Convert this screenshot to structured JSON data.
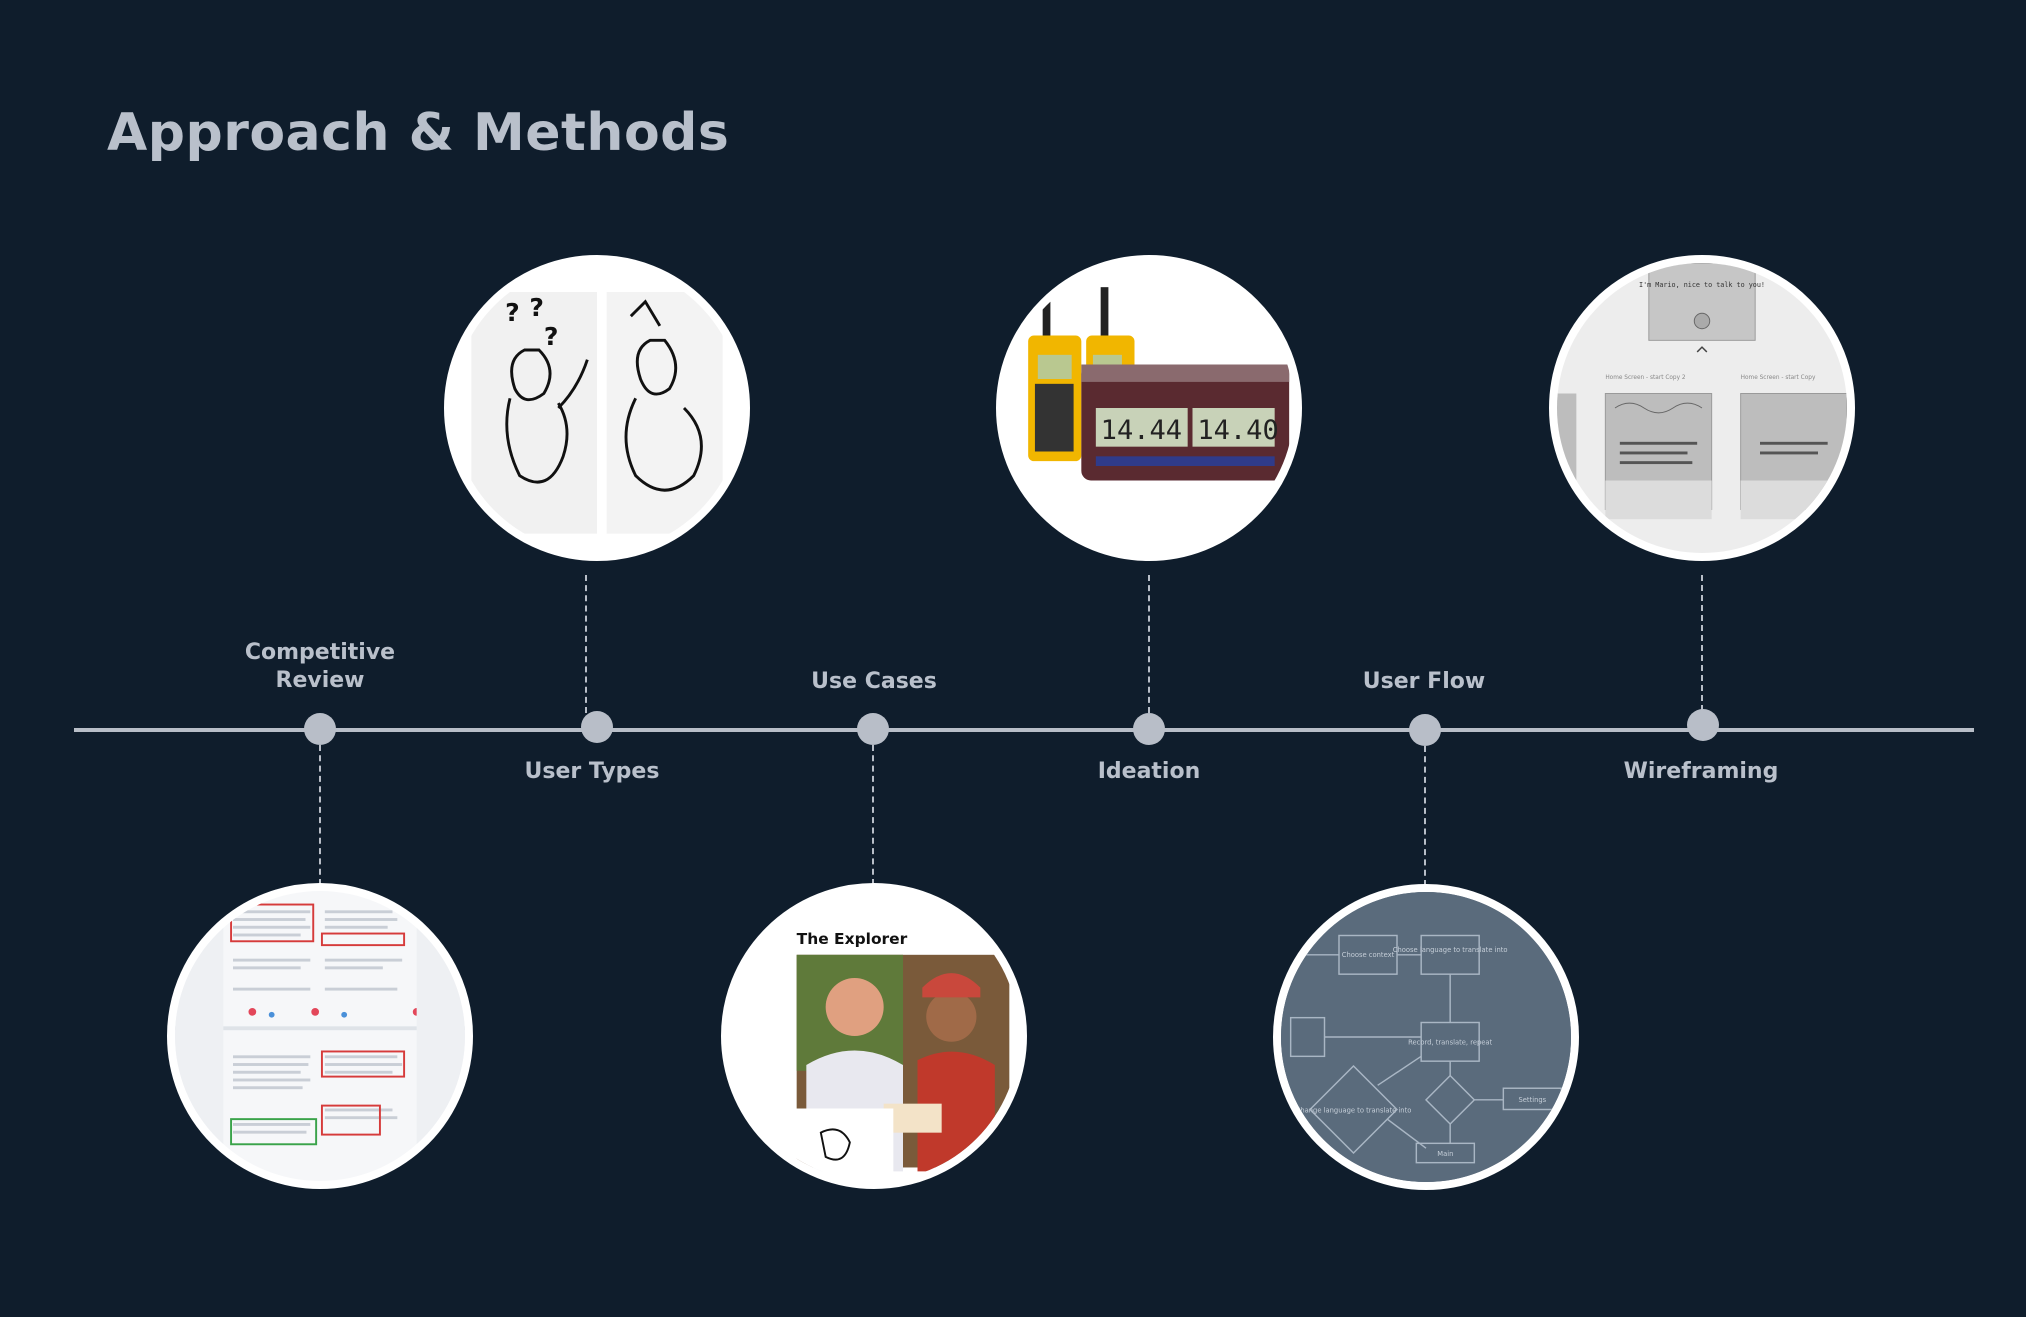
{
  "page": {
    "title": "Approach & Methods"
  },
  "steps": [
    {
      "id": "competitive-review",
      "label_line1": "Competitive",
      "label_line2": "Review"
    },
    {
      "id": "user-types",
      "label": "User Types"
    },
    {
      "id": "use-cases",
      "label": "Use Cases",
      "thumb_caption": "The Explorer"
    },
    {
      "id": "ideation",
      "label": "Ideation",
      "clock_left": "14.44",
      "clock_right": "14.40"
    },
    {
      "id": "user-flow",
      "label": "User Flow",
      "flow_boxes": [
        "Choose context",
        "Choose language to translate into",
        "Record, translate, repeat",
        "Change language to translate into",
        "Settings",
        "Main"
      ]
    },
    {
      "id": "wireframing",
      "label": "Wireframing",
      "wire_header_1": "Home Screen - start Copy 2",
      "wire_header_2": "Home Screen - start Copy",
      "wire_text": "I'm Mario, nice to talk to you!"
    }
  ],
  "colors": {
    "background": "#0f1d2c",
    "line": "#b8bec8",
    "text": "#b9c0cb",
    "flow_bg": "#5a6b7c"
  }
}
